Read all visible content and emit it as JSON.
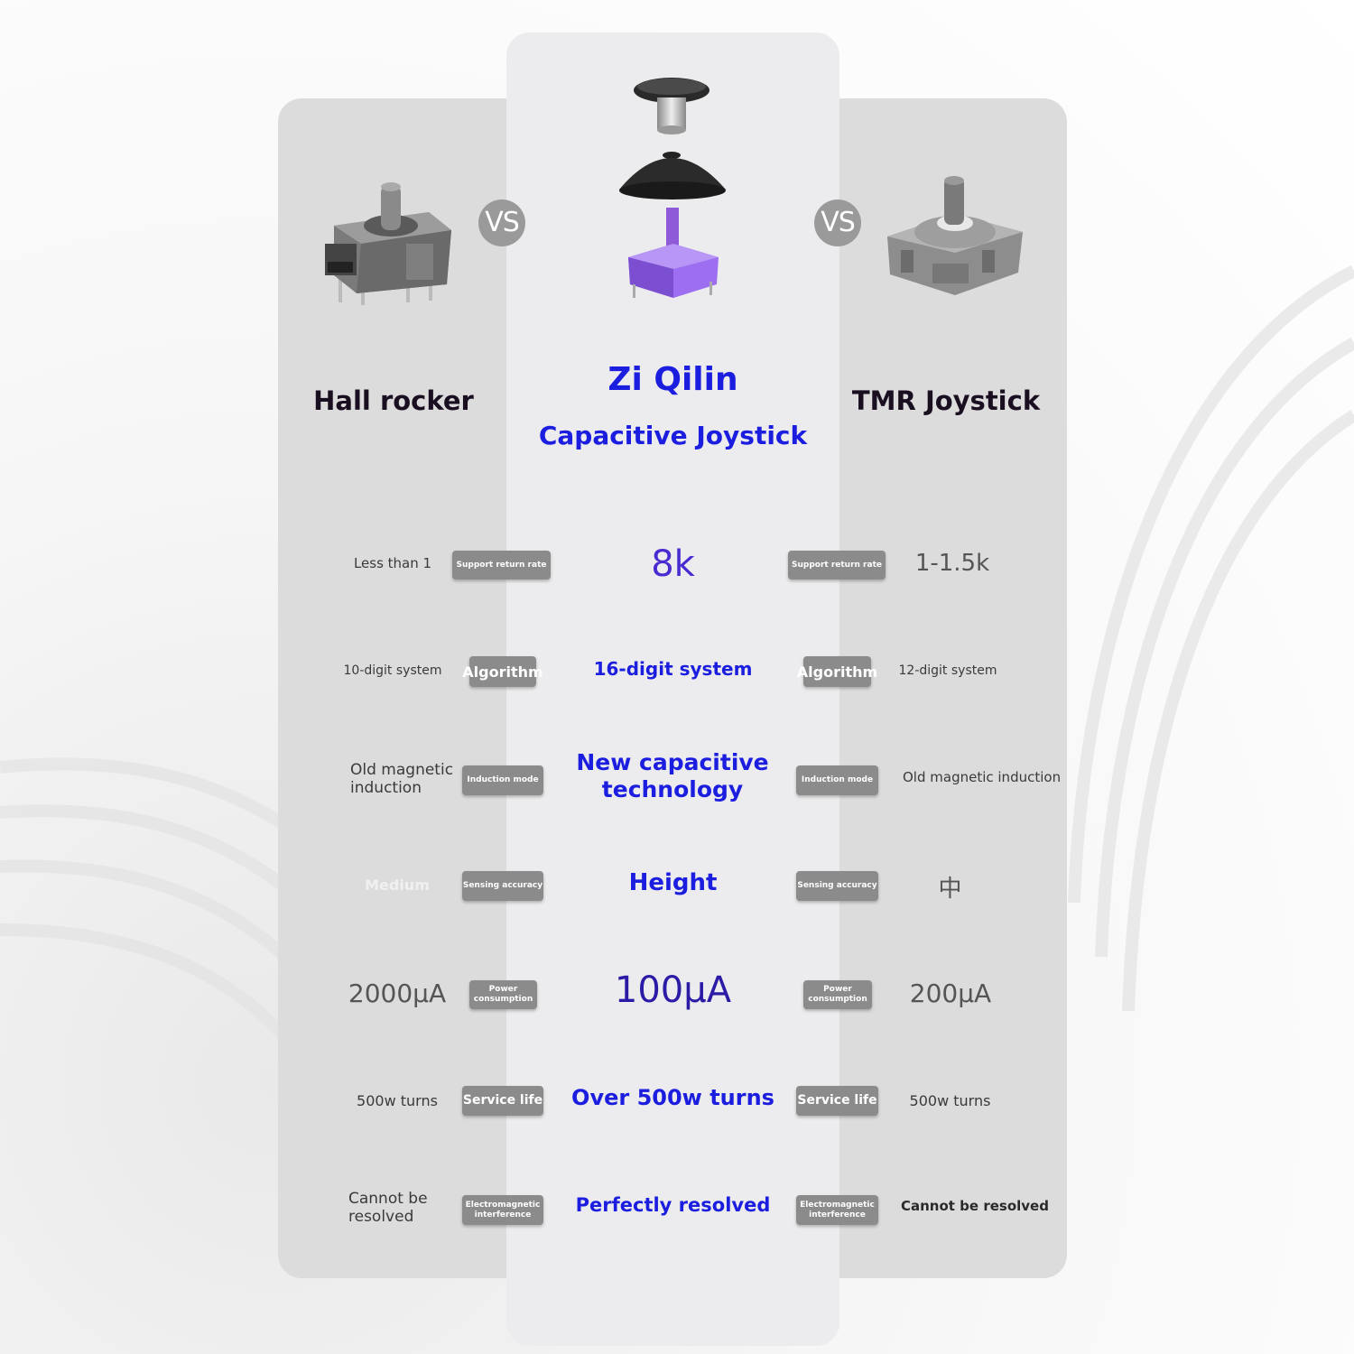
{
  "vs_label": "VS",
  "products": {
    "left": {
      "title": "Hall rocker"
    },
    "center": {
      "title": "Zi Qilin",
      "subtitle": "Capacitive Joystick"
    },
    "right": {
      "title": "TMR Joystick"
    }
  },
  "rows": [
    {
      "left": "Less than 1",
      "badge": "Support return rate",
      "center": "8k",
      "right": "1-1.5k"
    },
    {
      "left": "10-digit system",
      "badge": "Algorithm",
      "center": "16-digit system",
      "right": "12-digit system"
    },
    {
      "left": "Old magnetic induction",
      "badge": "Induction mode",
      "center": "New capacitive technology",
      "right": "Old magnetic induction"
    },
    {
      "left": "Medium",
      "badge": "Sensing accuracy",
      "center": "Height",
      "right": "中"
    },
    {
      "left": "2000μA",
      "badge": "Power consumption",
      "center": "100μA",
      "right": "200μA"
    },
    {
      "left": "500w turns",
      "badge": "Service life",
      "center": "Over 500w turns",
      "right": "500w turns"
    },
    {
      "left": "Cannot be resolved",
      "badge": "Electromagnetic interference",
      "center": "Perfectly resolved",
      "right": "Cannot be resolved"
    }
  ],
  "colors": {
    "accent": "#1b1ddf",
    "center_emph": "#4a2bd1",
    "badge_bg": "#8b8b8b",
    "panel": "#dcdcdc",
    "panel_center": "#ececee"
  }
}
